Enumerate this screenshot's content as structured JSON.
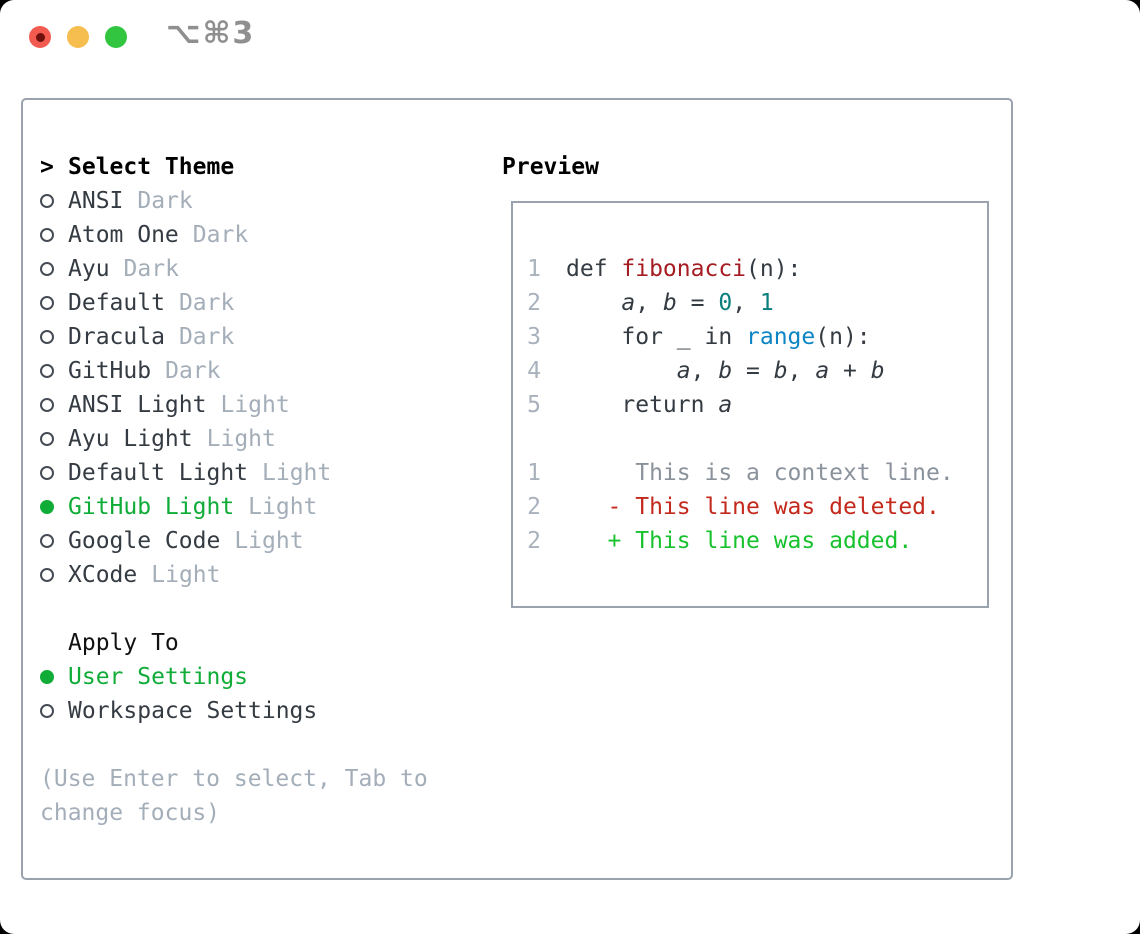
{
  "window": {
    "shortcut_label": "⌥⌘3",
    "traffic_lights": {
      "close_color": "#f35b51",
      "close_dot_color": "#70100c",
      "minimize_color": "#f6bd4f",
      "maximize_color": "#32c53f"
    }
  },
  "theme_picker": {
    "prompt": ">",
    "title": "Select Theme",
    "items": [
      {
        "name": "ANSI",
        "tag": "Dark",
        "selected": false
      },
      {
        "name": "Atom One",
        "tag": "Dark",
        "selected": false
      },
      {
        "name": "Ayu",
        "tag": "Dark",
        "selected": false
      },
      {
        "name": "Default",
        "tag": "Dark",
        "selected": false
      },
      {
        "name": "Dracula",
        "tag": "Dark",
        "selected": false
      },
      {
        "name": "GitHub",
        "tag": "Dark",
        "selected": false
      },
      {
        "name": "ANSI Light",
        "tag": "Light",
        "selected": false
      },
      {
        "name": "Ayu Light",
        "tag": "Light",
        "selected": false
      },
      {
        "name": "Default Light",
        "tag": "Light",
        "selected": false
      },
      {
        "name": "GitHub Light",
        "tag": "Light",
        "selected": true
      },
      {
        "name": "Google Code",
        "tag": "Light",
        "selected": false
      },
      {
        "name": "XCode",
        "tag": "Light",
        "selected": false
      }
    ]
  },
  "apply_to": {
    "title": "Apply To",
    "options": [
      {
        "label": "User Settings",
        "selected": true
      },
      {
        "label": "Workspace Settings",
        "selected": false
      }
    ]
  },
  "hint": {
    "line1": "(Use Enter to select, Tab to",
    "line2": "change focus)"
  },
  "preview": {
    "title": "Preview",
    "code_lines": [
      {
        "num": "1",
        "tokens": [
          "def ",
          "fibonacci",
          "(n):"
        ]
      },
      {
        "num": "2",
        "tokens": [
          "    ",
          "a",
          ", ",
          "b",
          " = ",
          "0",
          ", ",
          "1"
        ]
      },
      {
        "num": "3",
        "tokens": [
          "    for _ in ",
          "range",
          "(n):"
        ]
      },
      {
        "num": "4",
        "tokens": [
          "        ",
          "a",
          ", ",
          "b",
          " = ",
          "b",
          ", ",
          "a",
          " + ",
          "b"
        ]
      },
      {
        "num": "5",
        "tokens": [
          "    return ",
          "a"
        ]
      }
    ],
    "diff_lines": [
      {
        "num": "1",
        "text": "     This is a context line.",
        "kind": "context"
      },
      {
        "num": "2",
        "text": "   - This line was deleted.",
        "kind": "deleted"
      },
      {
        "num": "2",
        "text": "   + This line was added.",
        "kind": "added"
      }
    ]
  },
  "colors": {
    "selection_green": "#10ac38",
    "diff_added_green": "#17c22e",
    "diff_deleted_red": "#c3291c",
    "context_gray": "#8a929b",
    "function_red": "#a51d23",
    "number_teal": "#0a7d7d",
    "builtin_blue": "#0d84c4",
    "muted_gray": "#a4aeb9",
    "text_dark": "#343b42",
    "border_gray": "#9aa3ad",
    "title_gray": "#8f8f8f"
  }
}
